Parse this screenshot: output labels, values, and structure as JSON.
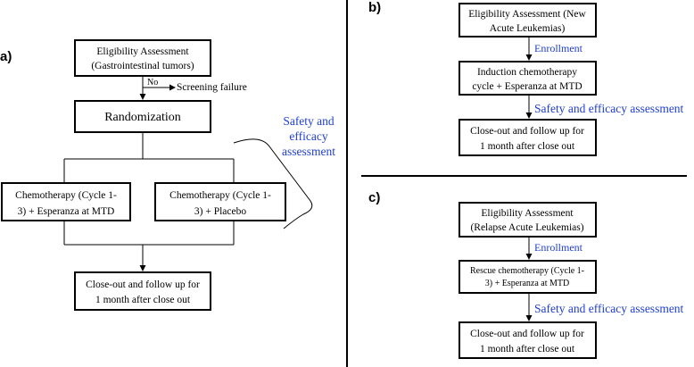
{
  "panel_a": {
    "label": "a)",
    "eligibility_line1": "Eligibility Assessment",
    "eligibility_line2": "(Gastrointestinal tumors)",
    "no_label": "No",
    "screening_failure": "Screening failure",
    "randomization": "Randomization",
    "safety_line1": "Safety and",
    "safety_line2": "efficacy",
    "safety_line3": "assessment",
    "arm1_line1": "Chemotherapy  (Cycle 1-",
    "arm1_line2": "3) + Esperanza at MTD",
    "arm2_line1": "Chemotherapy  (Cycle 1-",
    "arm2_line2": "3) + Placebo",
    "closeout_line1": "Close-out and follow up for",
    "closeout_line2": "1 month after close out"
  },
  "panel_b": {
    "label": "b)",
    "eligibility_line1": "Eligibility Assessment (New",
    "eligibility_line2": "Acute Leukemias)",
    "enrollment": "Enrollment",
    "induction_line1": "Induction chemotherapy",
    "induction_line2": "cycle + Esperanza at MTD",
    "safety": "Safety and efficacy assessment",
    "closeout_line1": "Close-out and follow up for",
    "closeout_line2": "1 month after close out"
  },
  "panel_c": {
    "label": "c)",
    "eligibility_line1": "Eligibility Assessment",
    "eligibility_line2": "(Relapse Acute Leukemias)",
    "enrollment": "Enrollment",
    "rescue_line1": "Rescue chemotherapy (Cycle 1-",
    "rescue_line2": "3) + Esperanza at MTD",
    "safety": "Safety and efficacy assessment",
    "closeout_line1": "Close-out and follow up for",
    "closeout_line2": "1 month after close out"
  },
  "colors": {
    "text": "#000000",
    "accent": "#1f3fd1"
  }
}
